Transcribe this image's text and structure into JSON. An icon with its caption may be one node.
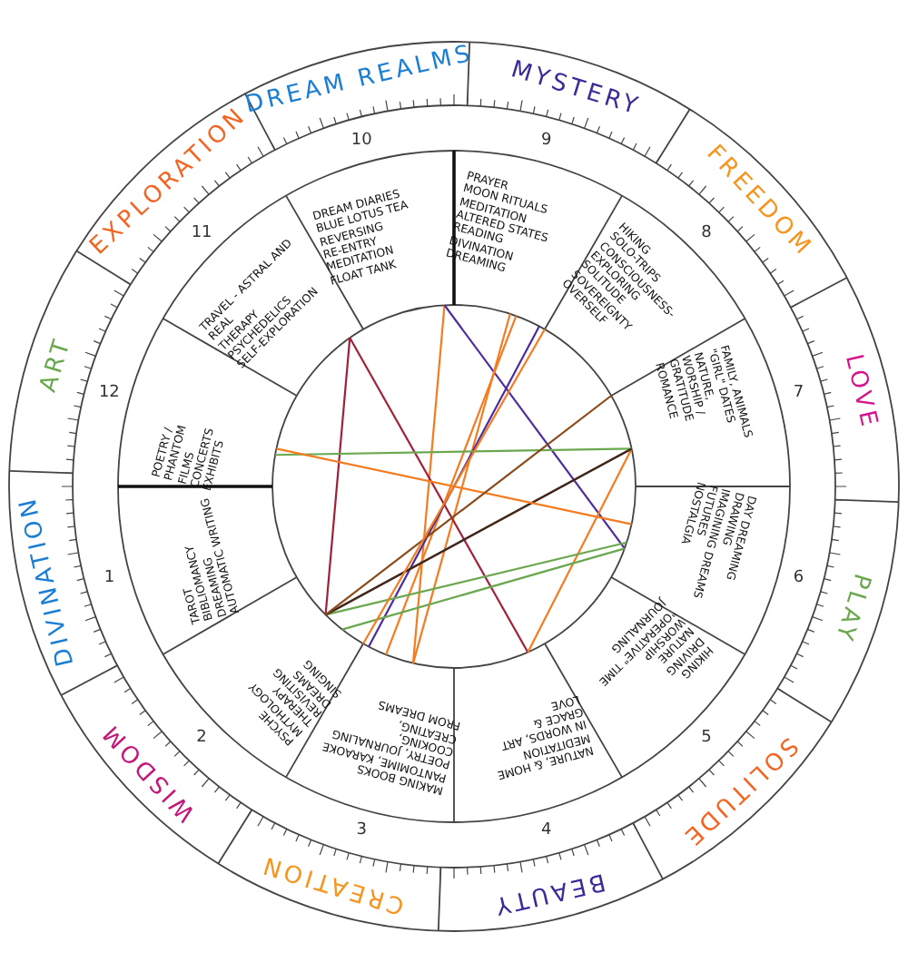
{
  "diagram": {
    "nodes": [
      {
        "text": [
          "EXPLORATION"
        ]
      },
      {
        "text": [
          "DREAM REALMS"
        ]
      },
      {
        "text": [
          "MYSTERY"
        ]
      },
      {
        "text": [
          "FREEDOM"
        ]
      },
      {
        "text": [
          "LOVE"
        ]
      },
      {
        "text": [
          "PLAY"
        ]
      },
      {
        "text": [
          "SOLITUDE"
        ]
      },
      {
        "text": [
          "BEAUTY"
        ]
      },
      {
        "text": [
          "CREATION"
        ]
      },
      {
        "text": [
          "WISDOM"
        ]
      },
      {
        "text": [
          "DIVINATION"
        ]
      },
      {
        "text": [
          "ART"
        ]
      },
      {
        "text": [
          "TAROT",
          "BIBLIOMANCY",
          "DREAMING",
          "AUTOMATIC WRITING"
        ]
      },
      {
        "text": [
          "PSYCHE",
          "MYTHOLOGY",
          "THERAPY",
          "REVISITING",
          "DREAMS",
          "SINGING"
        ]
      },
      {
        "text": [
          "MAKING BOOKS",
          "PANTOMIME, KARAOKE",
          "POETRY, JOURNALING",
          "COOKING,",
          "CREATING,",
          "FROM DREAMS"
        ]
      },
      {
        "text": [
          "NATURE, & HOME",
          "MEDITATION",
          "IN WORDS, ART",
          "GRACE &",
          "LOVE"
        ]
      },
      {
        "text": [
          "HIKING",
          "DRIVING",
          "NATURE",
          "WORSHIP",
          "\"OPERATIVE\" TIME",
          "JOURNALING"
        ]
      },
      {
        "text": [
          "DAY DREAMING",
          "DRAWING",
          "IMAGINING DREAMS",
          "FUTURES",
          "NOSTALGIA"
        ]
      },
      {
        "text": [
          "FAMILY, ANIMALS",
          "\"GIRL\" DATES",
          "NATURE,",
          "WORSHIP /",
          "GRATITUDE",
          "ROMANCE"
        ]
      },
      {
        "text": [
          "HIKING",
          "SOLO-TRIPS",
          "CONSCIOUSNESS-EXPLORING",
          "SOLITUDE",
          "SOVEREIGNTY",
          "OVERSELF"
        ]
      },
      {
        "text": [
          "PRAYER",
          "MOON RITUALS",
          "MEDITATION",
          "ALTERED STATES",
          "READING",
          "DIVINATION",
          "DREAMING"
        ]
      },
      {
        "text": [
          "DREAM DIARIES",
          "BLUE LOTUS TEA",
          "REVERSING",
          "RE-ENTRY",
          "MEDITATION",
          "FLOAT TANK"
        ]
      },
      {
        "text": [
          "TRAVEL - ASTRAL AND REAL",
          "THERAPY",
          "PSYCHEDELICS",
          "SELF-EXPLORATION"
        ]
      },
      {
        "text": [
          "POETRY /",
          "PHANTOM",
          "FILMS",
          "CONCERTS",
          "EXHIBITS"
        ]
      }
    ],
    "labels": [
      "1",
      "2",
      "3",
      "4",
      "5",
      "6",
      "7",
      "8",
      "9",
      "10",
      "11",
      "12"
    ]
  }
}
